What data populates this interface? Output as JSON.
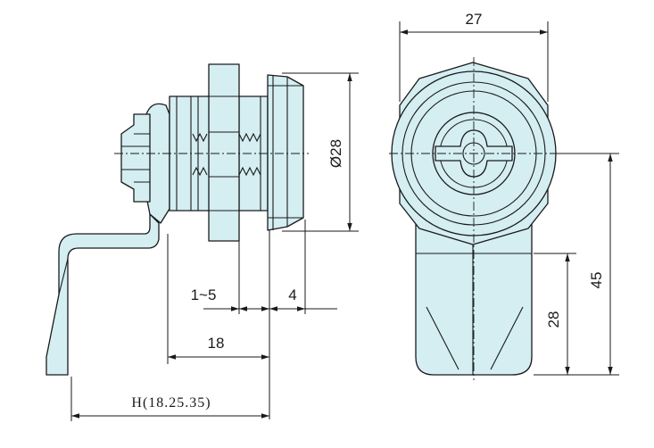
{
  "dimensions": {
    "width_27": "27",
    "diameter_28": "Ø28",
    "height_45": "45",
    "height_28": "28",
    "range_1_5": "1~5",
    "thickness_4": "4",
    "length_18": "18",
    "h_values": "H(18.25.35)"
  },
  "colors": {
    "part_fill": "#d4eef2",
    "line": "#1a1a1a",
    "background": "#ffffff"
  }
}
